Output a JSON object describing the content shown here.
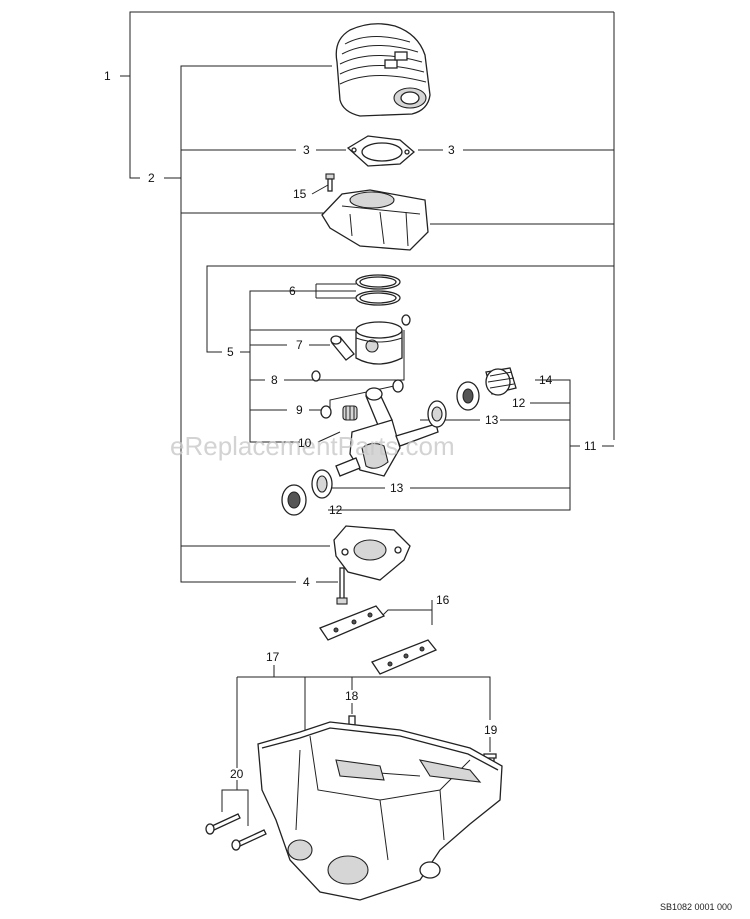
{
  "watermark": "eReplacementParts.com",
  "doc_code": "SB1082 0001 000",
  "callouts": {
    "c1": "1",
    "c2": "2",
    "c3a": "3",
    "c3b": "3",
    "c4": "4",
    "c5": "5",
    "c6": "6",
    "c7": "7",
    "c8": "8",
    "c9": "9",
    "c10": "10",
    "c11": "11",
    "c12a": "12",
    "c12b": "12",
    "c13a": "13",
    "c13b": "13",
    "c14": "14",
    "c15": "15",
    "c16": "16",
    "c17": "17",
    "c18": "18",
    "c19": "19",
    "c20": "20"
  }
}
